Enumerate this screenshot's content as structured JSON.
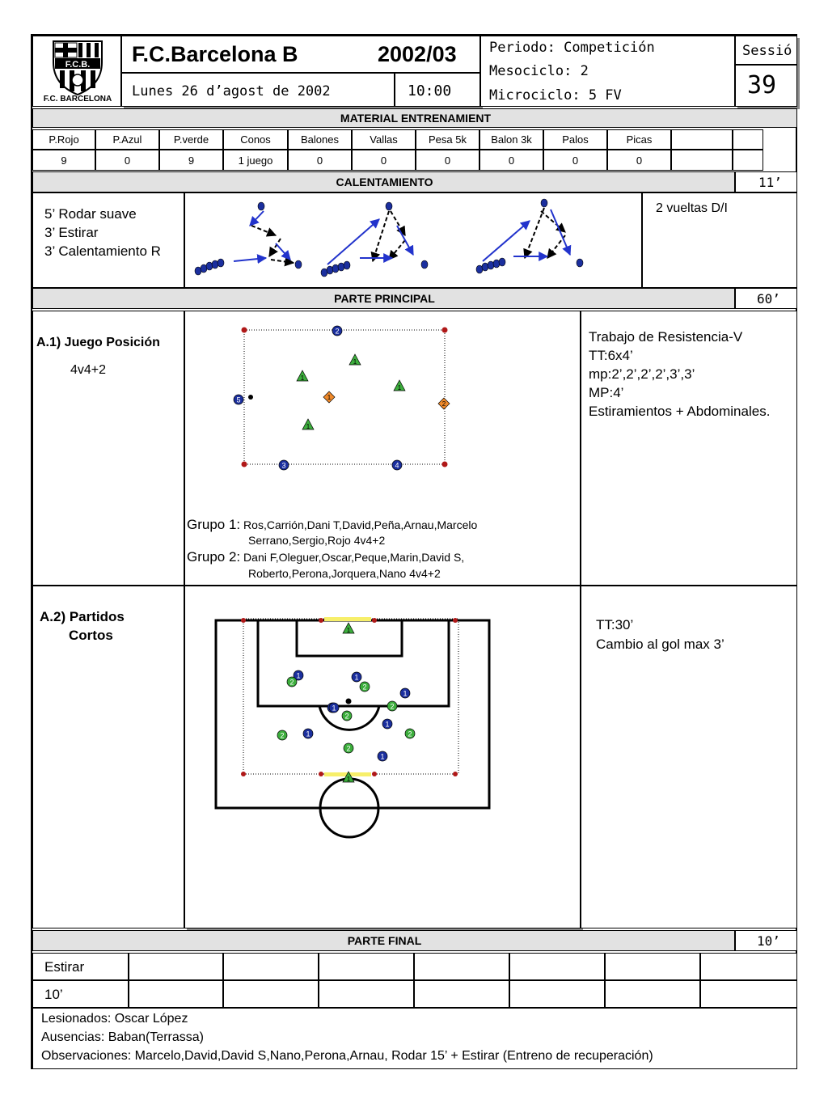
{
  "header": {
    "logo_text": "F.C.B.",
    "logo_caption": "F.C. BARCELONA",
    "team": "F.C.Barcelona B",
    "season": "2002/03",
    "date": "Lunes 26 d’agost de 2002",
    "time": "10:00",
    "periodo": "Periodo: Competición",
    "mesociclo": "Mesociclo: 2",
    "microciclo": "Microciclo: 5  FV",
    "session_label": "Sessió",
    "session_number": "39"
  },
  "material": {
    "title": "MATERIAL ENTRENAMIENT",
    "columns": [
      "P.Rojo",
      "P.Azul",
      "P.verde",
      "Conos",
      "Balones",
      "Vallas",
      "Pesa 5k",
      "Balon 3k",
      "Palos",
      "Picas",
      "",
      ""
    ],
    "values": [
      "9",
      "0",
      "9",
      "1 juego",
      "0",
      "0",
      "0",
      "0",
      "0",
      "0",
      "",
      ""
    ]
  },
  "calentamiento": {
    "title": "CALENTAMIENTO",
    "duration": "11’",
    "items": [
      "5’ Rodar suave",
      "3’ Estirar",
      "3’ Calentamiento R"
    ],
    "note": "2 vueltas D/I"
  },
  "principal": {
    "title": "PARTE PRINCIPAL",
    "duration": "60’",
    "a1": {
      "title": "A.1) Juego Posición",
      "subtitle": "4v4+2",
      "groups": [
        {
          "label": "Grupo 1:",
          "line1": "Ros,Carrión,Dani T,David,Peña,Arnau,Marcelo",
          "line2": "Serrano,Sergio,Rojo  4v4+2"
        },
        {
          "label": "Grupo 2:",
          "line1": "Dani F,Oleguer,Oscar,Peque,Marin,David S,",
          "line2": "Roberto,Perona,Jorquera,Nano   4v4+2"
        }
      ],
      "notes": [
        "Trabajo de Resistencia-V",
        "TT:6x4’",
        "mp:2’,2’,2’,2’,3’,3’",
        "MP:4’",
        "Estiramientos + Abdominales."
      ]
    },
    "a2": {
      "title_line1": "A.2) Partidos",
      "title_line2": "Cortos",
      "notes": [
        "TT:30’",
        "Cambio al gol max 3’"
      ]
    }
  },
  "final": {
    "title": "PARTE FINAL",
    "duration": "10’",
    "item1": "Estirar",
    "item2": "10’"
  },
  "footer": {
    "lesionados": "Lesionados: Oscar López",
    "ausencias": "Ausencias: Baban(Terrassa)",
    "observaciones": "Observaciones: Marcelo,David,David S,Nano,Perona,Arnau,  Rodar 15’ + Estirar (Entreno de recuperación)"
  },
  "markers": {
    "a1": [
      "2",
      "1",
      "1",
      "1",
      "5",
      "1",
      "2",
      "1",
      "3",
      "4"
    ],
    "a2": [
      "1",
      "1",
      "1",
      "1",
      "1",
      "1",
      "1",
      "1",
      "1",
      "2",
      "2",
      "2",
      "2",
      "2",
      "2",
      "2",
      "1"
    ]
  },
  "colors": {
    "blue_player": "#1b2f9e",
    "green_player": "#3cae3c",
    "orange_player": "#f08a2a",
    "arrow_blue": "#2233cc",
    "goal_yellow": "#f7ef6a",
    "cone_red": "#b01818",
    "band_gray": "#e2e2e2"
  }
}
